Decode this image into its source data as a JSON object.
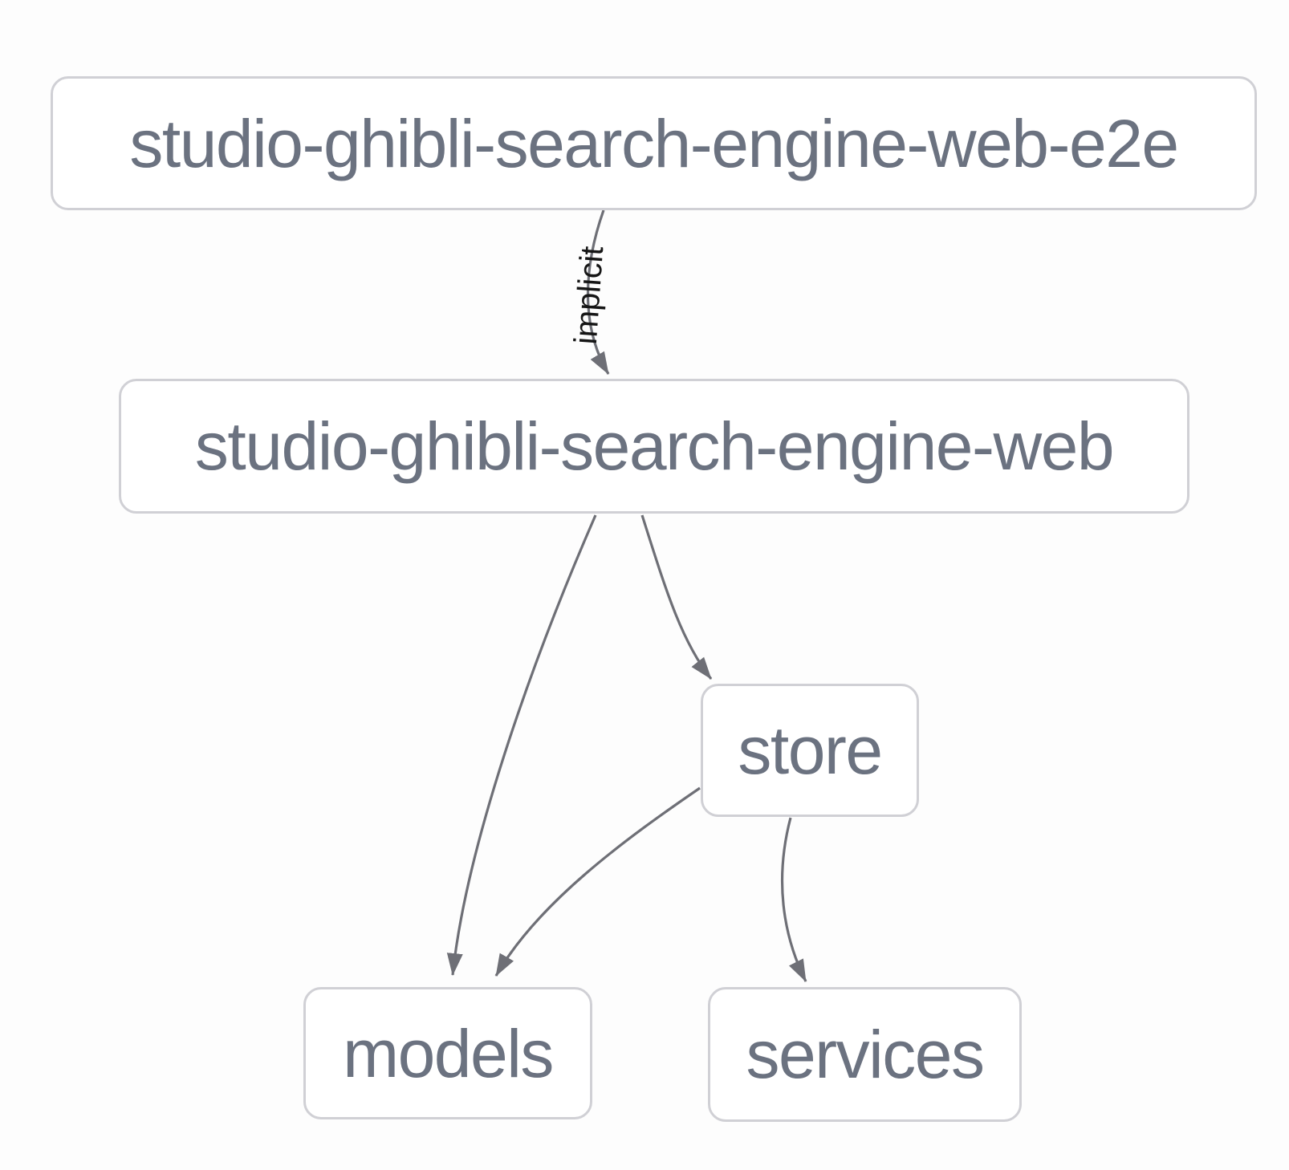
{
  "diagram": {
    "type": "dependency-graph",
    "nodes": [
      {
        "id": "studio-ghibli-search-engine-web-e2e",
        "label": "studio-ghibli-search-engine-web-e2e"
      },
      {
        "id": "studio-ghibli-search-engine-web",
        "label": "studio-ghibli-search-engine-web"
      },
      {
        "id": "store",
        "label": "store"
      },
      {
        "id": "models",
        "label": "models"
      },
      {
        "id": "services",
        "label": "services"
      }
    ],
    "edges": [
      {
        "from": "studio-ghibli-search-engine-web-e2e",
        "to": "studio-ghibli-search-engine-web",
        "type": "implicit",
        "label": "implicit"
      },
      {
        "from": "studio-ghibli-search-engine-web",
        "to": "models",
        "type": "static",
        "label": ""
      },
      {
        "from": "studio-ghibli-search-engine-web",
        "to": "store",
        "type": "static",
        "label": ""
      },
      {
        "from": "store",
        "to": "models",
        "type": "static",
        "label": ""
      },
      {
        "from": "store",
        "to": "services",
        "type": "static",
        "label": ""
      }
    ],
    "colors": {
      "background": "#fdfdfd",
      "node_fill": "#ffffff",
      "node_border": "#d0d0d5",
      "node_text": "#6b7280",
      "edge_stroke": "#6e6f76",
      "edge_label_text": "#161616"
    }
  }
}
